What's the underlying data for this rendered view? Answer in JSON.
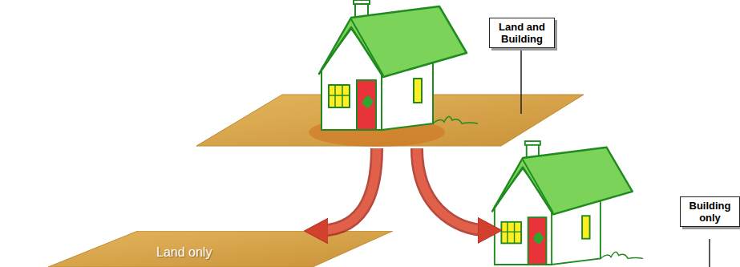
{
  "diagram": {
    "nodes": [
      {
        "text": [
          "Land and Building"
        ]
      },
      {
        "text": [
          "Land only"
        ]
      },
      {
        "text": [
          "Building only"
        ]
      }
    ],
    "edges": [
      {
        "from": 0,
        "to": 1,
        "arrow": "to"
      },
      {
        "from": 0,
        "to": 2,
        "arrow": "to"
      }
    ]
  }
}
